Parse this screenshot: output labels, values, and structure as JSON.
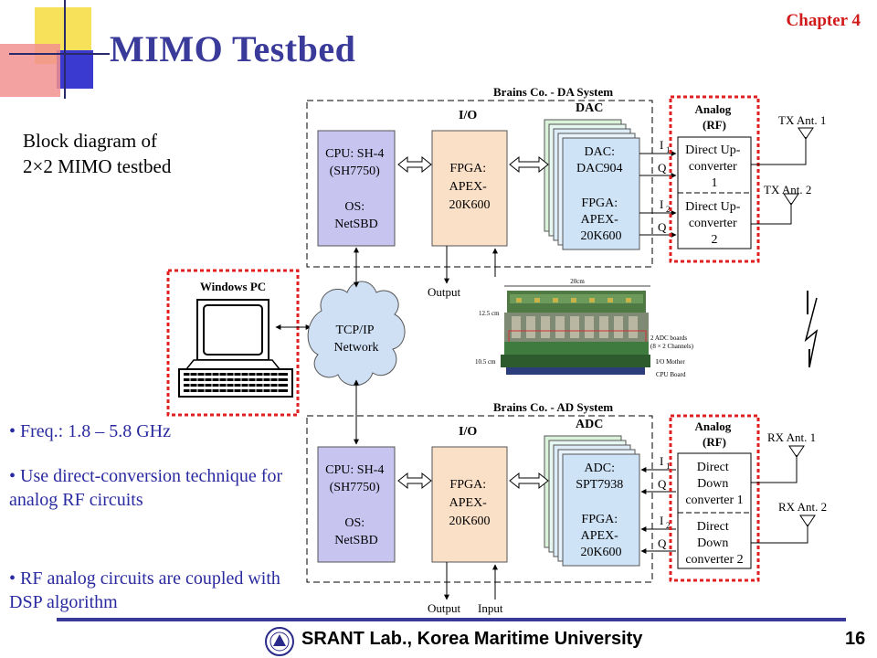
{
  "header": {
    "title": "MIMO Testbed",
    "chapter": "Chapter 4"
  },
  "caption": {
    "line1": "Block diagram of",
    "line2": "2×2 MIMO testbed"
  },
  "bullets": [
    "• Freq.: 1.8 – 5.8 GHz",
    "• Use direct-conversion technique for analog RF circuits",
    "• RF analog circuits are coupled with DSP algorithm"
  ],
  "footer": {
    "text": "SRANT Lab., Korea Maritime University",
    "page": "16"
  },
  "diagram": {
    "da_system": "Brains Co. - DA System",
    "ad_system": "Brains Co. - AD System",
    "io": "I/O",
    "dac": "DAC",
    "adc": "ADC",
    "analog": "Analog",
    "rf": "(RF)",
    "cpu": [
      "CPU: SH-4",
      "(SH7750)",
      "OS:",
      "NetSBD"
    ],
    "fpga": [
      "FPGA:",
      "APEX-",
      "20K600"
    ],
    "dac_card": [
      "DAC:",
      "DAC904",
      "FPGA:",
      "APEX-",
      "20K600"
    ],
    "adc_card": [
      "ADC:",
      "SPT7938",
      "FPGA:",
      "APEX-",
      "20K600"
    ],
    "upconv1": [
      "Direct Up-",
      "converter",
      "1"
    ],
    "upconv2": [
      "Direct Up-",
      "converter",
      "2"
    ],
    "downconv1": [
      "Direct",
      "Down",
      "converter 1"
    ],
    "downconv2": [
      "Direct",
      "Down",
      "converter 2"
    ],
    "tx_ant1": "TX Ant. 1",
    "tx_ant2": "TX Ant. 2",
    "rx_ant1": "RX Ant. 1",
    "rx_ant2": "RX Ant. 2",
    "iq": {
      "i1": "I",
      "q1": "Q",
      "i2": "I",
      "q2": "Q",
      "sub1": "1",
      "sub2": "2"
    },
    "output": "Output",
    "input": "Input",
    "windows_pc": "Windows PC",
    "tcpip": [
      "TCP/IP",
      "Network"
    ],
    "photo": {
      "width": "20cm",
      "height1": "12.5 cm",
      "height2": "10.5 cm",
      "label1": "2 ADC boards",
      "label2": "(8 × 2 Channels)",
      "label3": "I/O Mother",
      "label4": "CPU Board"
    }
  },
  "colors": {
    "title": "#3a3a9a",
    "chapter": "#d11a1a",
    "bullet": "#2a2aa0",
    "cpu": "#c8c4f0",
    "fpga": "#fbe0c8",
    "card": "#cfe3f7",
    "rf_outline": "#e02020"
  }
}
